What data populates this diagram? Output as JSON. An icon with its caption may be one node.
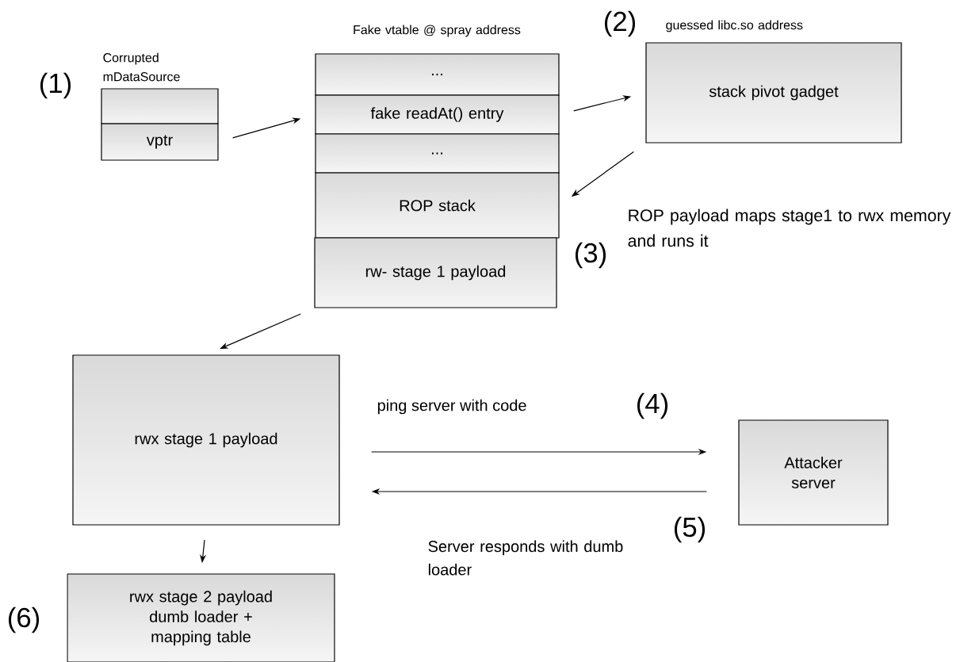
{
  "diagram": {
    "nodes": [
      {
        "text": [],
        "shape": "box",
        "beside": [
          "Corrupted mDataSource"
        ]
      },
      {
        "text": [
          "vptr"
        ]
      },
      {
        "text": [
          "..."
        ],
        "beside": [
          "Fake vtable @ spray address"
        ]
      },
      {
        "text": [
          "fake readAt() entry"
        ]
      },
      {
        "text": [
          "..."
        ]
      },
      {
        "text": [
          "ROP stack"
        ]
      },
      {
        "text": [
          "rw- stage 1 payload"
        ]
      },
      {
        "text": [
          "stack pivot gadget"
        ],
        "beside": [
          "guessed libc.so address"
        ]
      },
      {
        "text": [
          "rwx stage 1 payload"
        ]
      },
      {
        "text": [
          "Attacker server"
        ]
      },
      {
        "text": [
          "rwx stage 2 payload dumb loader + mapping table"
        ]
      }
    ],
    "edges": [
      {
        "from": 1,
        "to": 3,
        "arrow": "to"
      },
      {
        "from": 3,
        "to": 7,
        "arrow": "to"
      },
      {
        "from": 7,
        "to": 5,
        "arrow": "to"
      },
      {
        "from": 6,
        "to": 8,
        "arrow": "to"
      },
      {
        "from": 8,
        "to": 9,
        "arrow": "to"
      },
      {
        "from": 9,
        "to": 8,
        "arrow": "to"
      },
      {
        "from": 8,
        "to": 10,
        "arrow": "to"
      }
    ],
    "labels": [
      "(1)",
      "(2)",
      "ROP payload maps stage1 to rwx memory and runs it",
      "(3)",
      "ping server with code",
      "(4)",
      "(5)",
      "Server responds with dumb loader",
      "(6)"
    ]
  }
}
